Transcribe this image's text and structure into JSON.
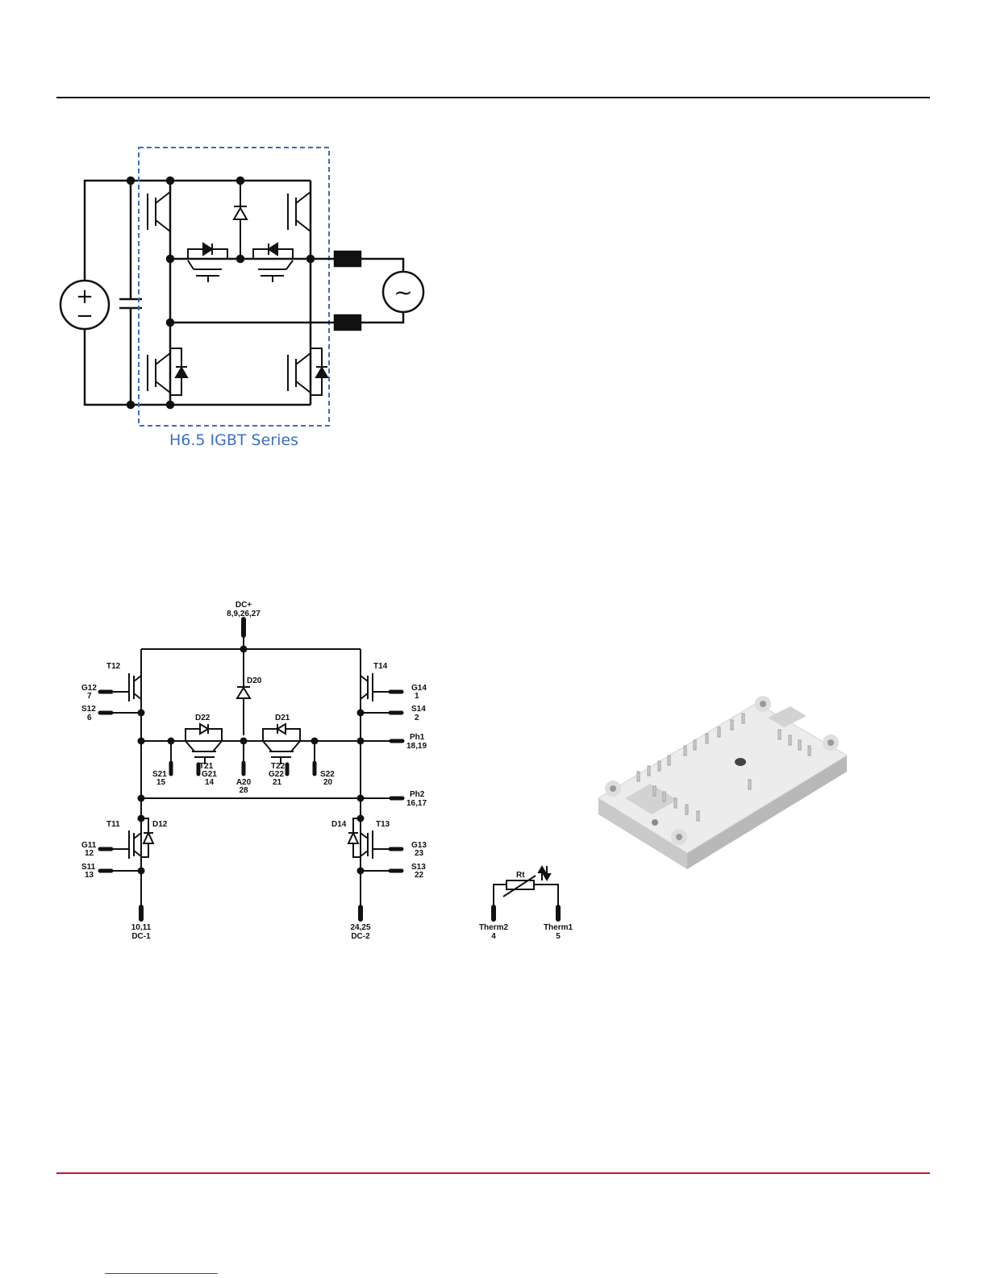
{
  "top_diagram": {
    "series_label": "H6.5 IGBT Series",
    "source_symbols": {
      "plus": "+",
      "minus": "−",
      "ac": "~"
    }
  },
  "schematic": {
    "dc_plus": {
      "name": "DC+",
      "pins": "8,9,26,27"
    },
    "dc_minus1": {
      "name": "DC-1",
      "pins": "10,11"
    },
    "dc_minus2": {
      "name": "DC-2",
      "pins": "24,25"
    },
    "ph1": {
      "name": "Ph1",
      "pins": "18,19"
    },
    "ph2": {
      "name": "Ph2",
      "pins": "16,17"
    },
    "transistors": [
      "T12",
      "T14",
      "T11",
      "T13",
      "T21",
      "T22"
    ],
    "diodes": [
      "D20",
      "D22",
      "D21",
      "D12",
      "D14"
    ],
    "gates": [
      {
        "name": "G12",
        "pin": "7"
      },
      {
        "name": "G14",
        "pin": "1"
      },
      {
        "name": "G11",
        "pin": "12"
      },
      {
        "name": "G13",
        "pin": "23"
      },
      {
        "name": "G21",
        "pin": "14"
      },
      {
        "name": "G22",
        "pin": "21"
      }
    ],
    "sources": [
      {
        "name": "S12",
        "pin": "6"
      },
      {
        "name": "S14",
        "pin": "2"
      },
      {
        "name": "S11",
        "pin": "13"
      },
      {
        "name": "S13",
        "pin": "22"
      },
      {
        "name": "S21",
        "pin": "15"
      },
      {
        "name": "S22",
        "pin": "20"
      }
    ],
    "anode": {
      "name": "A20",
      "pin": "28"
    }
  },
  "thermistor": {
    "label": "Rt",
    "therm2": {
      "name": "Therm2",
      "pin": "4"
    },
    "therm1": {
      "name": "Therm1",
      "pin": "5"
    }
  },
  "colors": {
    "series_box": "#3b6fc4",
    "footer_rule": "#c0182a",
    "module_body": "#e4e4e4"
  }
}
